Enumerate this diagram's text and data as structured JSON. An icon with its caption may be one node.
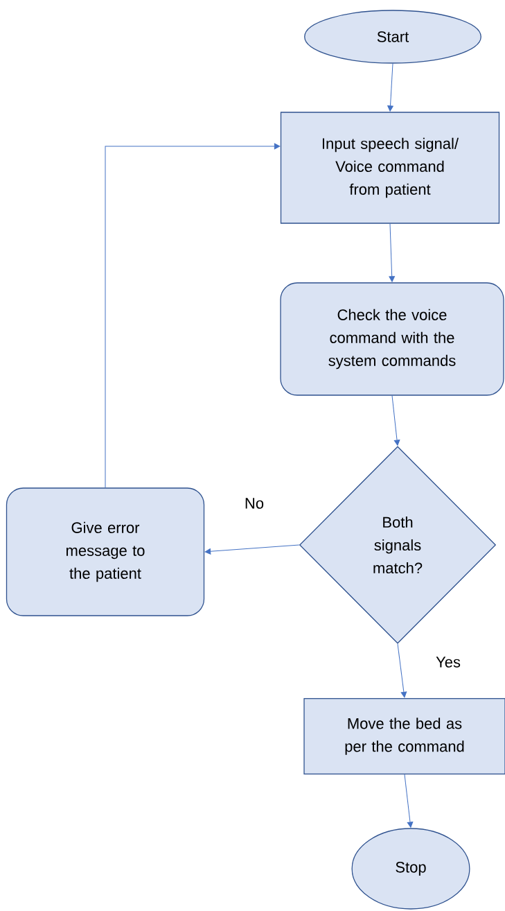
{
  "diagram": {
    "nodes": [
      {
        "text": [
          "Start"
        ]
      },
      {
        "text": [
          "Input speech signal/ Voice command from patient"
        ]
      },
      {
        "text": [
          "Check the voice command with the system commands"
        ]
      },
      {
        "text": [
          "Both signals match?"
        ]
      },
      {
        "text": [
          "Give error message to the patient"
        ]
      },
      {
        "text": [
          "Move the bed as per the command"
        ]
      },
      {
        "text": [
          "Stop"
        ]
      }
    ],
    "edges": [
      {
        "from": 0,
        "to": 1,
        "arrow": "to"
      },
      {
        "from": 1,
        "to": 2,
        "arrow": "to"
      },
      {
        "from": 2,
        "to": 3,
        "arrow": "to"
      },
      {
        "from": 3,
        "to": 4,
        "arrow": "to",
        "label": "No"
      },
      {
        "from": 3,
        "to": 5,
        "arrow": "to",
        "label": "Yes"
      },
      {
        "from": 5,
        "to": 6,
        "arrow": "to"
      },
      {
        "from": 4,
        "to": 1,
        "arrow": "to"
      }
    ]
  }
}
